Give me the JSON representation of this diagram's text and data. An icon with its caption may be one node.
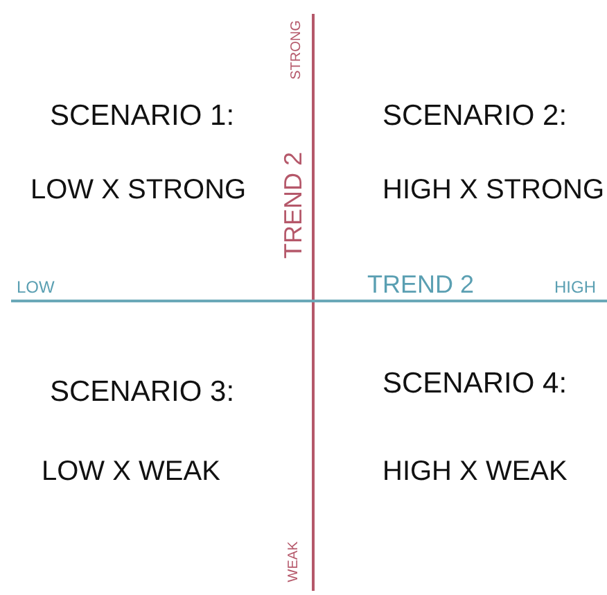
{
  "diagram": {
    "labels": [
      "STRONG",
      "SCENARIO 1:",
      "SCENARIO 2:",
      "LOW X STRONG",
      "TREND 2",
      "HIGH X STRONG",
      "LOW",
      "TREND 2",
      "HIGH",
      "SCENARIO 3:",
      "SCENARIO 4:",
      "LOW X WEAK",
      "HIGH X WEAK",
      "WEAK"
    ]
  }
}
